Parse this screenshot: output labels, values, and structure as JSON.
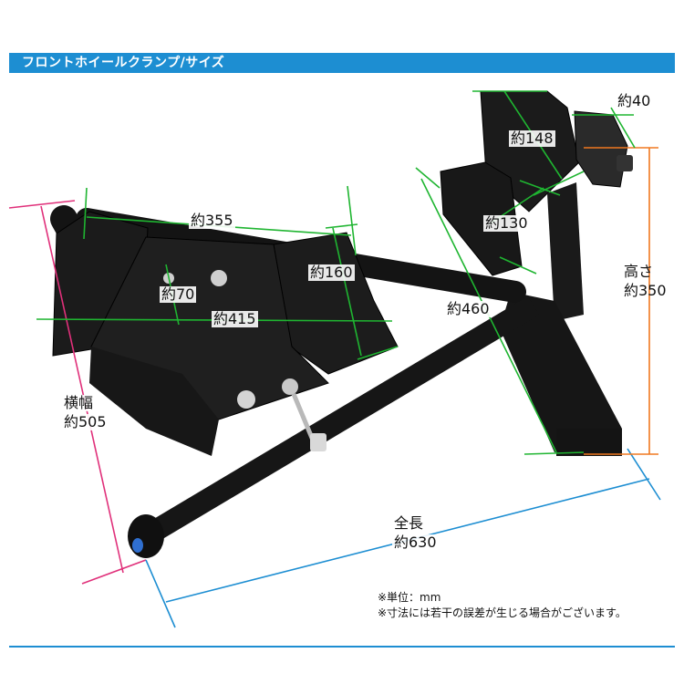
{
  "header": {
    "title": "フロントホイールクランプ/サイズ"
  },
  "dimensions": {
    "d40": "約40",
    "d148": "約148",
    "d130": "約130",
    "d355": "約355",
    "d160": "約160",
    "d70": "約70",
    "d415": "約415",
    "d460": "約460",
    "height_label": "高さ",
    "height_value": "約350",
    "width_label": "横幅",
    "width_value": "約505",
    "length_label": "全長",
    "length_value": "約630"
  },
  "notes": {
    "unit": "※単位：mm",
    "tolerance": "※寸法には若干の誤差が生じる場合がございます。"
  },
  "colors": {
    "header": "#1d8ed2",
    "green_lines": "#1fb531",
    "orange_line": "#f07820",
    "magenta_line": "#e0307a",
    "blue_line": "#1d8ed2",
    "frame": "#121212"
  }
}
